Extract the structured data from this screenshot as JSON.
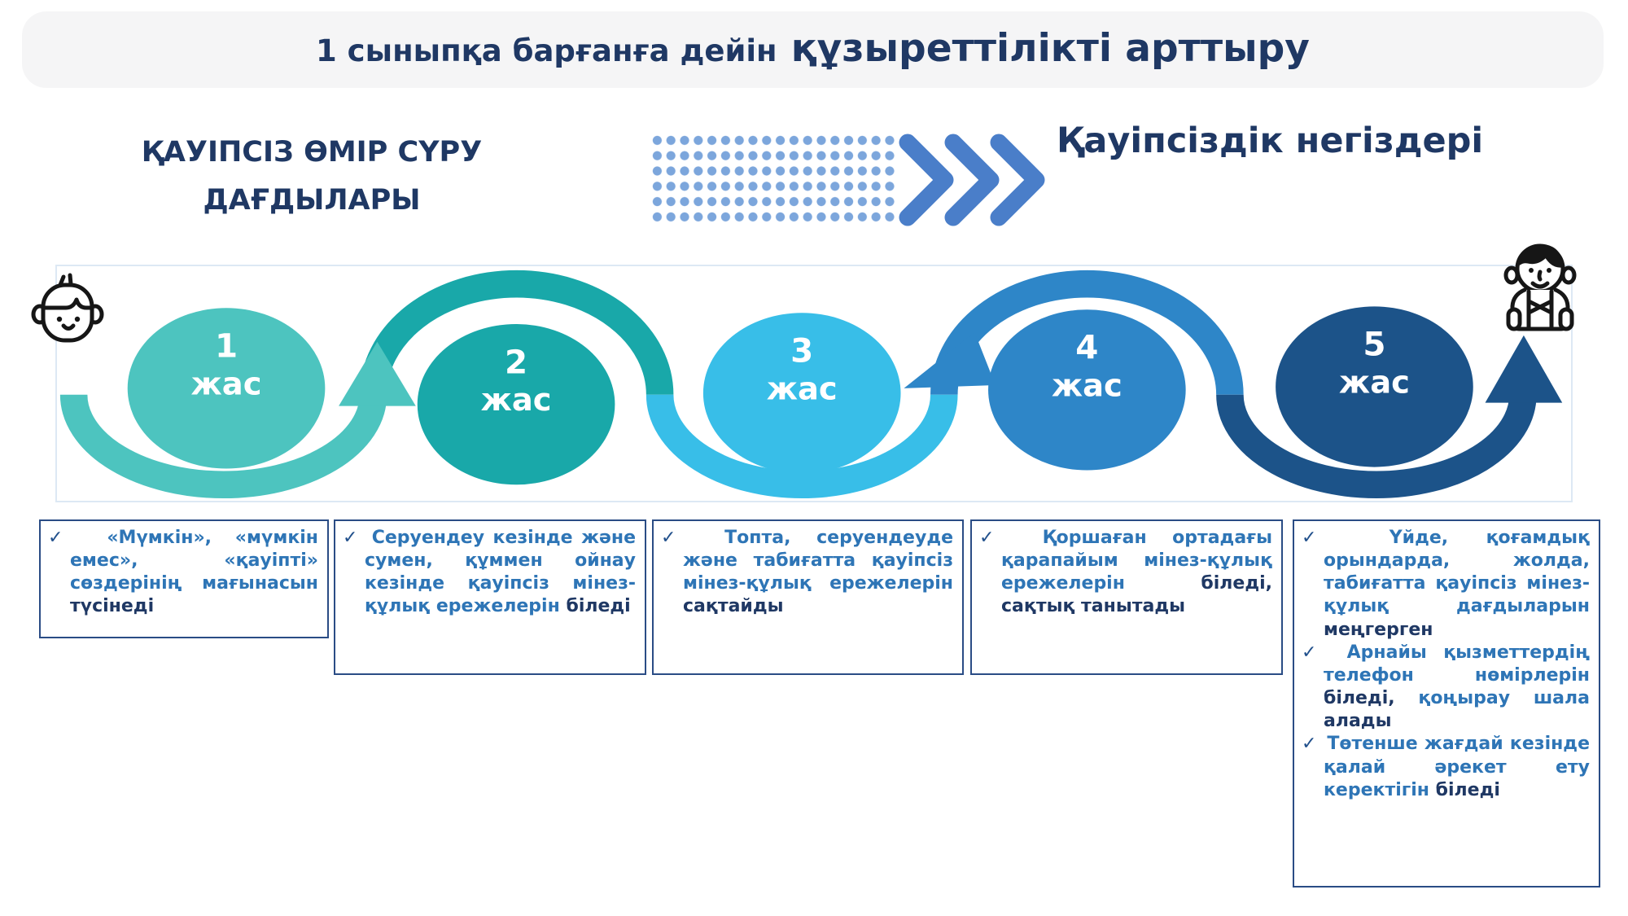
{
  "title": {
    "prefix": "1 сыныпқа барғанға дейін",
    "emphasis": "құзыреттілікті арттыру"
  },
  "left_heading": {
    "line1": "ҚАУІПСІЗ ӨМІР СҮРУ",
    "line2": "ДАҒДЫЛАРЫ"
  },
  "right_heading": "Қауіпсіздік негіздері",
  "check_glyph": "✓",
  "colors": {
    "navy_text": "#1F3864",
    "blue_text": "#2E75B6",
    "check": "#21508C",
    "box_border": "#2A4C85",
    "band_border": "#DDE8F4",
    "title_bar_bg": "#F5F5F6",
    "dots": "#7CA6DC",
    "chevron": "#4A7EC9",
    "stage_text": "#FFFFFF",
    "icon_stroke": "#161616"
  },
  "stages": [
    {
      "number": "1",
      "label": "жас",
      "color": "#4DC4BF"
    },
    {
      "number": "2",
      "label": "жас",
      "color": "#19A8A9"
    },
    {
      "number": "3",
      "label": "жас",
      "color": "#38BEE8"
    },
    {
      "number": "4",
      "label": "жас",
      "color": "#2E86C8"
    },
    {
      "number": "5",
      "label": "жас",
      "color": "#1C5389"
    }
  ],
  "boxes": [
    {
      "items": [
        {
          "segments": [
            {
              "t": "«Мүмкін», «мүмкін емес», «қауіпті» сөздерінің мағынасын ",
              "c": "blue"
            },
            {
              "t": "түсінеді",
              "c": "navy"
            }
          ]
        }
      ]
    },
    {
      "items": [
        {
          "segments": [
            {
              "t": "Серуендеу кезінде және сумен, құммен ойнау кезінде қауіпсіз мінез-құлық ережелерін ",
              "c": "blue"
            },
            {
              "t": "біледі",
              "c": "navy"
            }
          ]
        }
      ]
    },
    {
      "items": [
        {
          "segments": [
            {
              "t": "Топта, серуендеуде және табиғатта қауіпсіз мінез-құлық ережелерін ",
              "c": "blue"
            },
            {
              "t": "сақтайды",
              "c": "navy"
            }
          ]
        }
      ]
    },
    {
      "items": [
        {
          "segments": [
            {
              "t": "Қоршаған ортадағы қарапайым мінез-құлық ережелерін ",
              "c": "blue"
            },
            {
              "t": "біледі, сақтық танытады",
              "c": "navy"
            }
          ]
        }
      ]
    },
    {
      "items": [
        {
          "segments": [
            {
              "t": "Үйде, қоғамдық орындарда, жолда, табиғатта қауіпсіз мінез-құлық дағдыларын ",
              "c": "blue"
            },
            {
              "t": "меңгерген",
              "c": "navy"
            }
          ]
        },
        {
          "segments": [
            {
              "t": "Арнайы қызметтердің телефон нөмірлерін ",
              "c": "blue"
            },
            {
              "t": "біледі, ",
              "c": "navy"
            },
            {
              "t": "қоңырау шала ",
              "c": "blue"
            },
            {
              "t": "алады",
              "c": "navy"
            }
          ]
        },
        {
          "segments": [
            {
              "t": "Төтенше жағдай кезінде қалай әрекет ету керектігін ",
              "c": "blue"
            },
            {
              "t": "біледі",
              "c": "navy"
            }
          ]
        }
      ]
    }
  ]
}
